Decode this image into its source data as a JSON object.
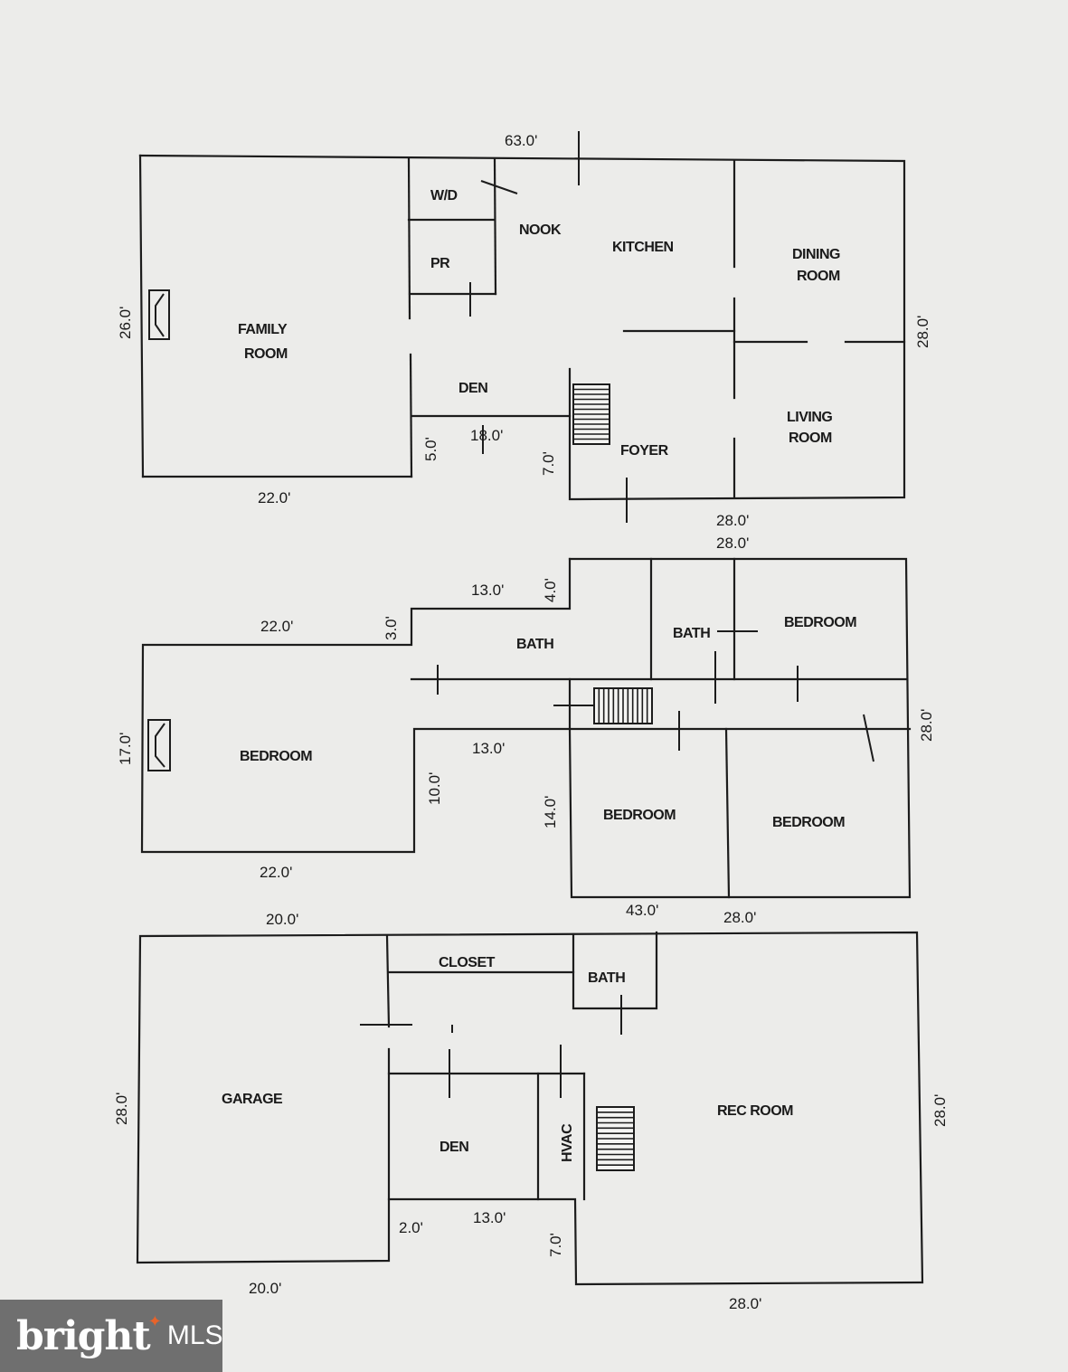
{
  "floor1": {
    "rooms": {
      "wd": "W/D",
      "nook": "NOOK",
      "kitchen": "KITCHEN",
      "dining_line1": "DINING",
      "dining_line2": "ROOM",
      "pr": "PR",
      "family_line1": "FAMILY",
      "family_line2": "ROOM",
      "den": "DEN",
      "living_line1": "LIVING",
      "living_line2": "ROOM",
      "foyer": "FOYER"
    },
    "dims": {
      "top": "63.0'",
      "left": "26.0'",
      "right": "28.0'",
      "family_width": "22.0'",
      "den_width": "18.0'",
      "den_depth": "5.0'",
      "foyer_depth": "7.0'",
      "bottom_right": "28.0'"
    }
  },
  "floor2": {
    "rooms": {
      "bath_left": "BATH",
      "bath_right": "BATH",
      "bedroom_ne": "BEDROOM",
      "bedroom_w": "BEDROOM",
      "bedroom_s1": "BEDROOM",
      "bedroom_s2": "BEDROOM"
    },
    "dims": {
      "top_right": "28.0'",
      "top_mid": "13.0'",
      "step_up": "4.0'",
      "left_top": "22.0'",
      "step_left": "3.0'",
      "left_height": "17.0'",
      "mid_width": "13.0'",
      "mid_depth": "10.0'",
      "bedroom_depth": "14.0'",
      "right_height": "28.0'",
      "left_bottom": "22.0'",
      "total_bottom": "43.0'",
      "right_bottom": "28.0'"
    }
  },
  "floor3": {
    "rooms": {
      "closet": "CLOSET",
      "bath": "BATH",
      "garage": "GARAGE",
      "den": "DEN",
      "hvac": "HVAC",
      "rec": "REC ROOM"
    },
    "dims": {
      "top_left": "20.0'",
      "left_height": "28.0'",
      "right_height": "28.0'",
      "gap": "2.0'",
      "den_width": "13.0'",
      "step": "7.0'",
      "bottom_left": "20.0'",
      "bottom_right": "28.0'"
    }
  },
  "watermark": {
    "brand": "bright",
    "star": "✦",
    "mls": "MLS"
  }
}
